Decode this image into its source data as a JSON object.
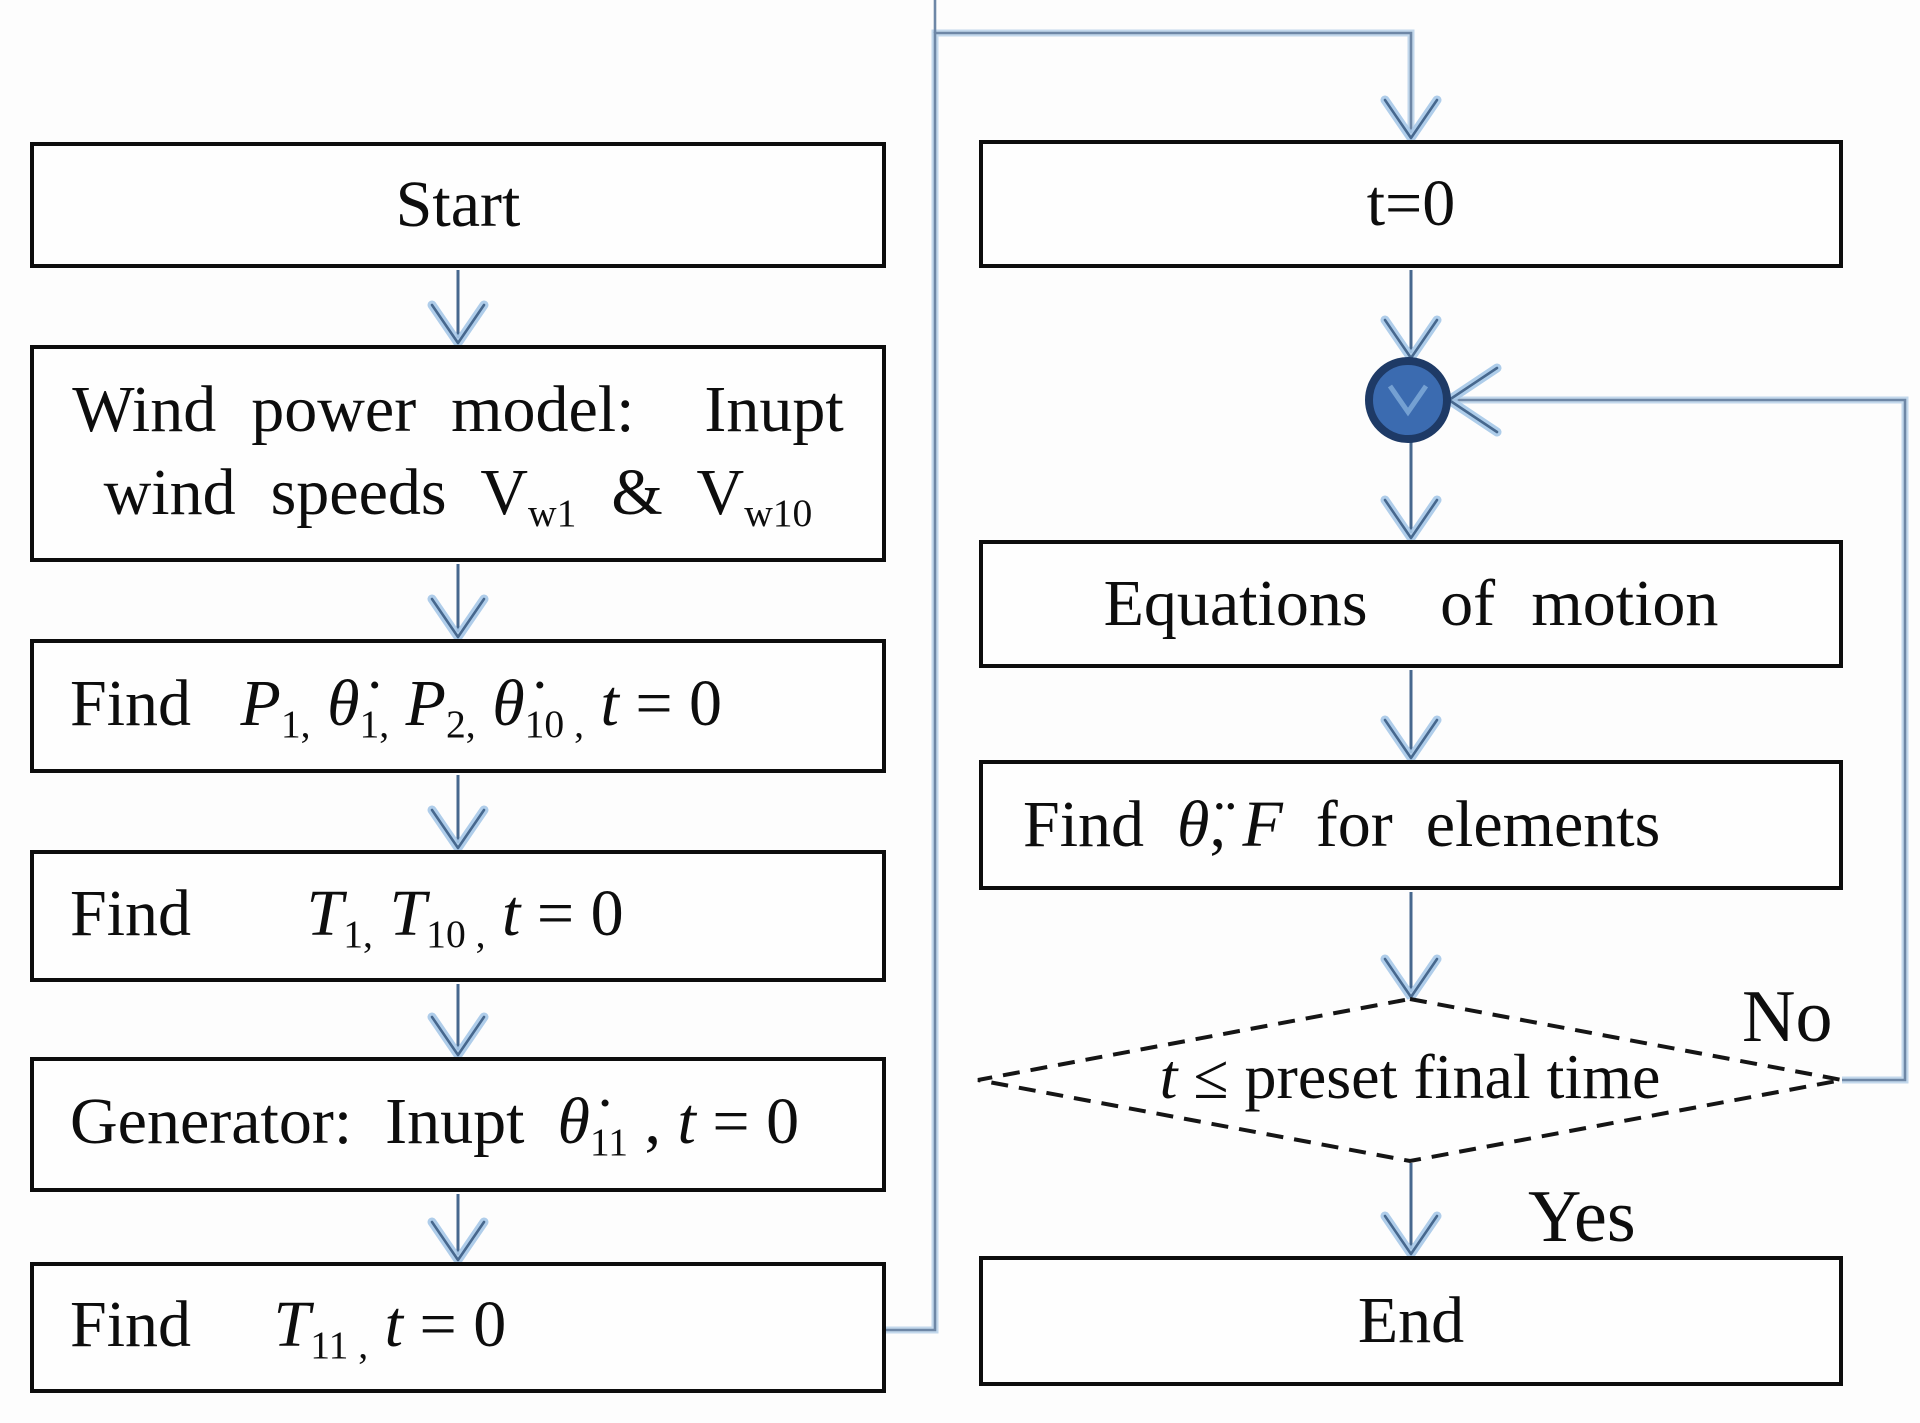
{
  "figure": {
    "type": "flowchart",
    "description": "Wind power simulation flowchart"
  },
  "colors": {
    "box_border": "#0d0d0d",
    "box_fill": "#fefefe",
    "text": "#0d0d0d",
    "connector_dark": "#6e87a6",
    "connector_light": "#c3d8ec",
    "arrow_shaft": "#47688e",
    "arrow_head_fill": "#a6c8e8",
    "arrow_head_stroke": "#47688e",
    "circle_fill": "#3b6bb0",
    "circle_stroke": "#1e3a66"
  },
  "nodes": {
    "start": {
      "label": "Start"
    },
    "wind": {
      "lines": [
        [
          {
            "t": "Wind power model:  Inupt"
          }
        ],
        [
          {
            "t": "wind speeds V"
          },
          {
            "t": "w1",
            "s": "sub"
          },
          {
            "t": " & V"
          },
          {
            "t": "w10",
            "s": "sub"
          }
        ]
      ]
    },
    "find_p": {
      "segments": [
        {
          "t": "Find   "
        },
        {
          "t": "P",
          "s": "i"
        },
        {
          "t": "1,",
          "s": "sub"
        },
        {
          "t": " "
        },
        {
          "t": "θ̇",
          "s": "i"
        },
        {
          "t": "1,",
          "s": "sub"
        },
        {
          "t": " "
        },
        {
          "t": "P",
          "s": "i"
        },
        {
          "t": "2,",
          "s": "sub"
        },
        {
          "t": " "
        },
        {
          "t": "θ̇",
          "s": "i"
        },
        {
          "t": "10",
          "s": "sub"
        },
        {
          "t": " ,",
          "s": "sub"
        },
        {
          "t": " "
        },
        {
          "t": "t",
          "s": "i"
        },
        {
          "t": " = 0"
        }
      ]
    },
    "find_t": {
      "segments": [
        {
          "t": "Find       "
        },
        {
          "t": "T",
          "s": "i"
        },
        {
          "t": "1,",
          "s": "sub"
        },
        {
          "t": " "
        },
        {
          "t": "T",
          "s": "i"
        },
        {
          "t": "10",
          "s": "sub"
        },
        {
          "t": " ,",
          "s": "sub"
        },
        {
          "t": " "
        },
        {
          "t": "t",
          "s": "i"
        },
        {
          "t": " = 0"
        }
      ]
    },
    "generator": {
      "segments": [
        {
          "t": "Generator:  Inupt  "
        },
        {
          "t": "θ̇",
          "s": "i"
        },
        {
          "t": "11",
          "s": "sub"
        },
        {
          "t": " , "
        },
        {
          "t": "t",
          "s": "i"
        },
        {
          "t": " = 0"
        }
      ]
    },
    "find_t11": {
      "segments": [
        {
          "t": "Find     "
        },
        {
          "t": "T",
          "s": "i"
        },
        {
          "t": "11",
          "s": "sub"
        },
        {
          "t": " ,",
          "s": "sub"
        },
        {
          "t": " "
        },
        {
          "t": "t",
          "s": "i"
        },
        {
          "t": " = 0"
        }
      ]
    },
    "t0": {
      "label": "t=0"
    },
    "equations": {
      "label": "Equations  of motion"
    },
    "find_theta": {
      "segments": [
        {
          "t": "Find  "
        },
        {
          "t": "θ̈",
          "s": "i"
        },
        {
          "t": ", "
        },
        {
          "t": "F",
          "s": "i"
        },
        {
          "t": "  for  elements"
        }
      ]
    },
    "decision": {
      "segments": [
        {
          "t": "t",
          "s": "i"
        },
        {
          "t": " ≤ preset final time"
        }
      ]
    },
    "end": {
      "label": "End"
    }
  },
  "branch_labels": {
    "no": "No",
    "yes": "Yes"
  }
}
